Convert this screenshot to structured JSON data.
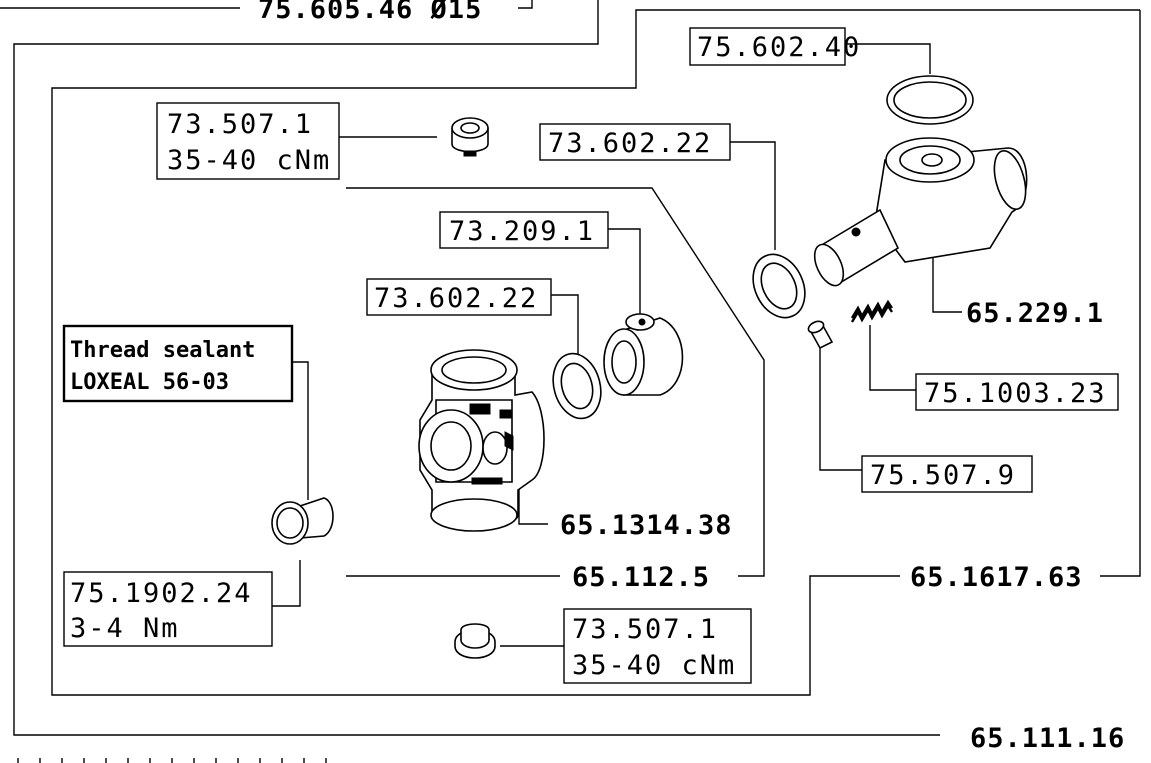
{
  "labels": {
    "top_group": "75.605.46 Ø15",
    "oring_large": "75.602.40",
    "valve_cap_top": "73.507.1",
    "valve_cap_top_torque": "35-40 cNm",
    "washer_right": "73.602.22",
    "spool_ring": "73.209.1",
    "washer_inner": "73.602.22",
    "sealant_line1": "Thread sealant",
    "sealant_line2": "LOXEAL 56-03",
    "body_right": "65.229.1",
    "spring": "75.1003.23",
    "pin": "75.507.9",
    "valve_body": "65.1314.38",
    "inner_group": "65.112.5",
    "mid_group": "65.1617.63",
    "plug": "75.1902.24",
    "plug_torque": "3-4 Nm",
    "valve_cap_bottom": "73.507.1",
    "valve_cap_bottom_torque": "35-40 cNm",
    "outer_group": "65.111.16"
  }
}
